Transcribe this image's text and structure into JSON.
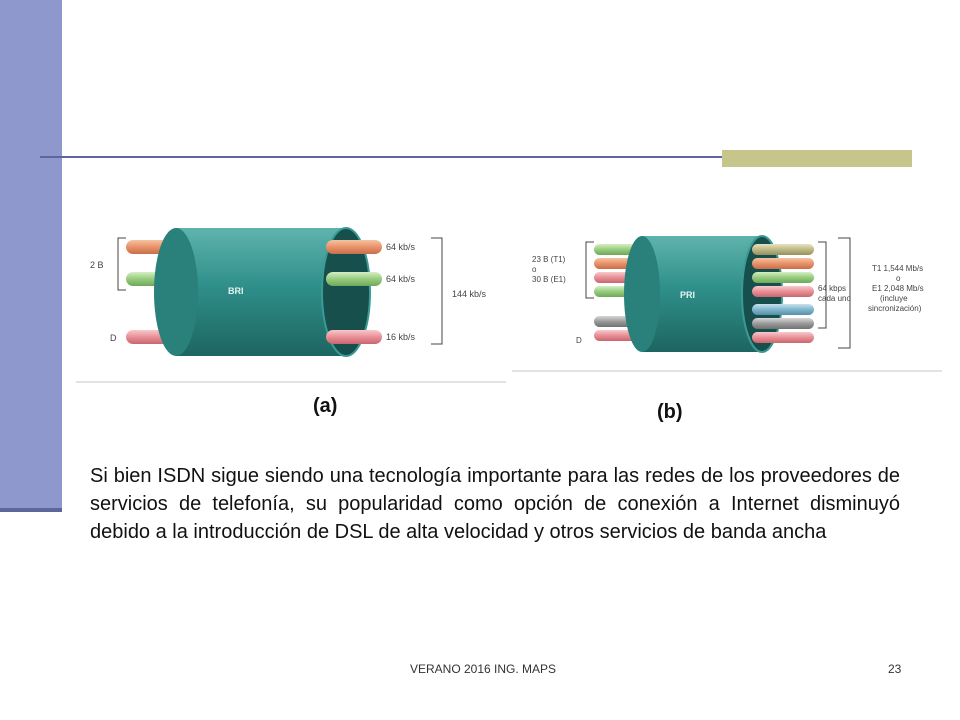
{
  "diagram_a": {
    "label_2b": "2 B",
    "label_d": "D",
    "cylinder": "BRI",
    "rate_1": "64 kb/s",
    "rate_2": "64 kb/s",
    "rate_3": "16 kb/s",
    "total": "144 kb/s",
    "caption": "(a)"
  },
  "diagram_b": {
    "label_b_1": "23 B (T1)",
    "label_b_2": "o",
    "label_b_3": "30 B (E1)",
    "label_d": "D",
    "cylinder": "PRI",
    "rate_1": "64 kbps",
    "rate_2": "cada uno",
    "total_1": "T1 1,544 Mb/s",
    "total_2": "o",
    "total_3": "E1 2,048 Mb/s",
    "total_4": "(incluye",
    "total_5": "sincronización)",
    "caption": "(b)"
  },
  "body": {
    "paragraph": "Si bien ISDN sigue siendo una tecnología importante para las redes de los proveedores de servicios de telefonía, su popularidad como opción de conexión a Internet disminuyó debido a la introducción de DSL de alta velocidad y otros servicios de banda ancha"
  },
  "footer": {
    "center": "VERANO 2016 ING. MAPS",
    "page": "23"
  },
  "colors": {
    "sidebar": "#8f98cc",
    "rule": "#5d679e",
    "accent": "#c6c58c",
    "cylinder": "#2f8f8a"
  }
}
